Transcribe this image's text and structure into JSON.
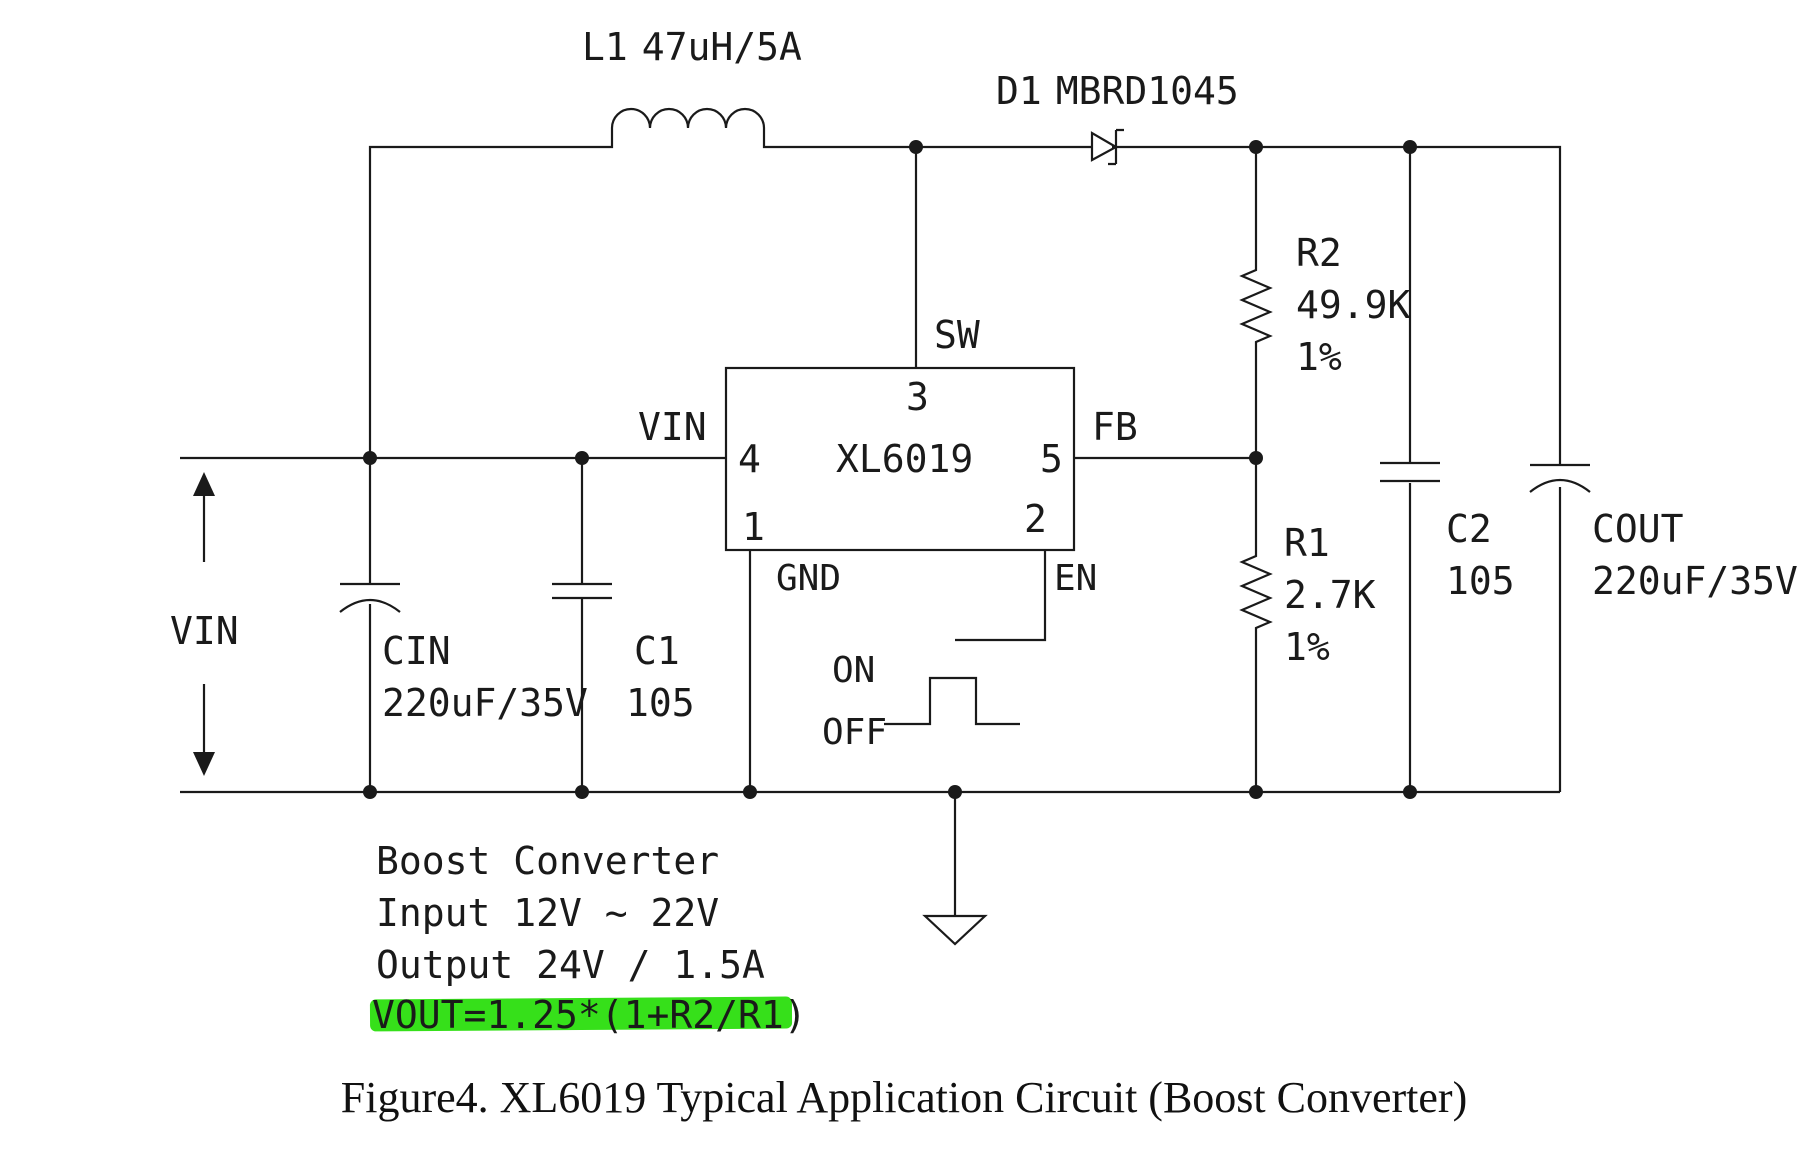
{
  "inductor": {
    "ref": "L1",
    "value": "47uH/5A"
  },
  "diode": {
    "ref": "D1",
    "value": "MBRD1045"
  },
  "r2": {
    "ref": "R2",
    "value": "49.9K",
    "tolerance": "1%"
  },
  "r1": {
    "ref": "R1",
    "value": "2.7K",
    "tolerance": "1%"
  },
  "cin": {
    "ref": "CIN",
    "value": "220uF/35V"
  },
  "c1": {
    "ref": "C1",
    "value": "105"
  },
  "c2": {
    "ref": "C2",
    "value": "105"
  },
  "cout": {
    "ref": "COUT",
    "value": "220uF/35V"
  },
  "ic": {
    "name": "XL6019",
    "pin3": "3",
    "pin4": "4",
    "pin5": "5",
    "pin1": "1",
    "pin2": "2",
    "sw": "SW",
    "vin": "VIN",
    "fb": "FB",
    "gnd": "GND",
    "en": "EN"
  },
  "vin_label": "VIN",
  "enable": {
    "on": "ON",
    "off": "OFF"
  },
  "notes": {
    "line1": "Boost Converter",
    "line2": "Input 12V ~ 22V",
    "line3": "Output 24V / 1.5A",
    "formula": "VOUT=1.25*(1+R2/R1)"
  },
  "caption": "Figure4. XL6019 Typical Application Circuit (Boost Converter)",
  "colors": {
    "highlight": "#36e01a",
    "ink": "#1a1a1a"
  }
}
